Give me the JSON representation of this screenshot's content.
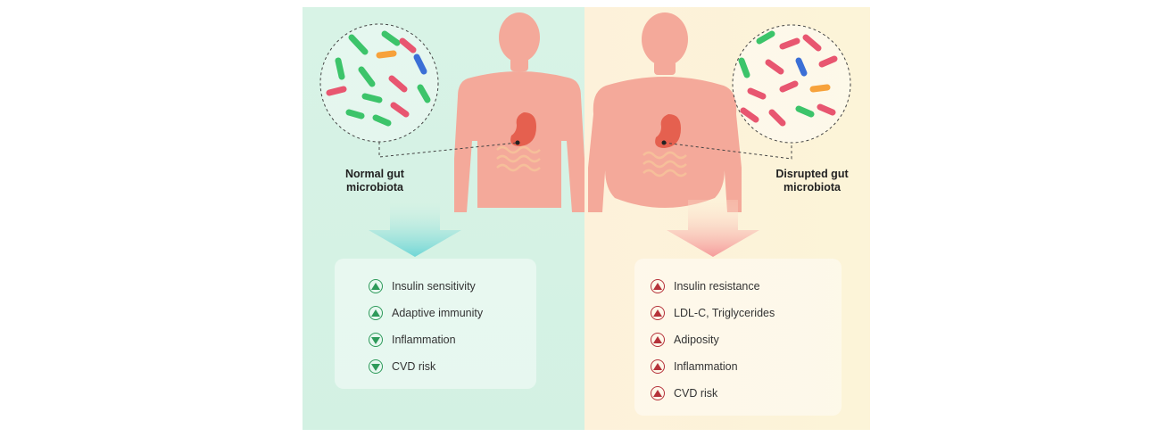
{
  "left_panel": {
    "caption_line1": "Normal gut",
    "caption_line2": "microbiota",
    "items": [
      {
        "label": "Insulin sensitivity",
        "direction": "up"
      },
      {
        "label": "Adaptive immunity",
        "direction": "up"
      },
      {
        "label": "Inflammation",
        "direction": "down"
      },
      {
        "label": "CVD risk",
        "direction": "down"
      }
    ]
  },
  "right_panel": {
    "caption_line1": "Disrupted gut",
    "caption_line2": "microbiota",
    "items": [
      {
        "label": "Insulin resistance",
        "direction": "up"
      },
      {
        "label": "LDL-C, Triglycerides",
        "direction": "up"
      },
      {
        "label": "Adiposity",
        "direction": "up"
      },
      {
        "label": "Inflammation",
        "direction": "up"
      },
      {
        "label": "CVD risk",
        "direction": "up"
      }
    ]
  },
  "colors": {
    "left_bg": "#d8f3e6",
    "right_bg": "#fdf1da",
    "skin": "#f4a99a",
    "green_arrow": "#7fd9d9",
    "red_arrow": "#f7a3a3",
    "up_green": "#2e9a5a",
    "red_marker": "#b5323a"
  },
  "icons": [
    "bacteria-icon",
    "human-body-icon",
    "stomach-icon",
    "intestine-icon",
    "down-arrow-icon",
    "up-triangle-icon",
    "down-triangle-icon"
  ]
}
